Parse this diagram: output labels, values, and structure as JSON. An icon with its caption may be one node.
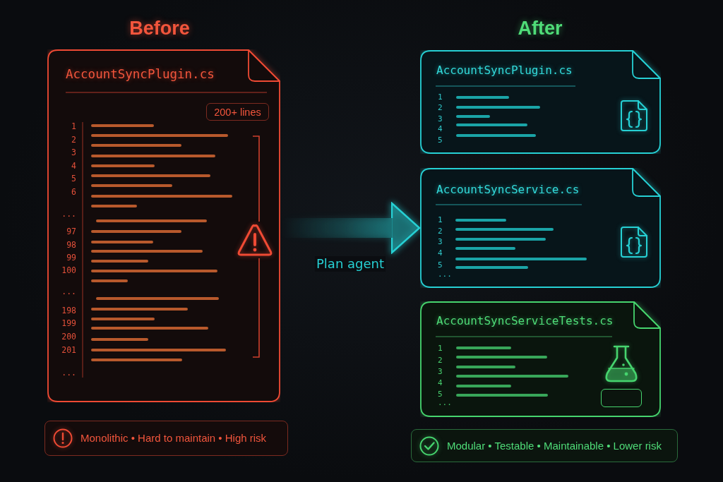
{
  "diagram": {
    "nodes": [
      {
        "text": [
          "AccountSyncPlugin.cs",
          "1",
          "2",
          "3",
          "4",
          "5",
          "6",
          "...",
          "97",
          "98",
          "99",
          "100",
          "...",
          "198",
          "199",
          "200",
          "201",
          "..."
        ]
      },
      {
        "text": [
          "200+ lines"
        ],
        "in": 0
      },
      {
        "text": [
          "AccountSyncPlugin.cs",
          "1",
          "2",
          "3",
          "4",
          "5"
        ]
      },
      {
        "text": [
          "AccountSyncService.cs",
          "1",
          "2",
          "3",
          "4",
          "5",
          "..."
        ]
      },
      {
        "text": [
          "AccountSyncServiceTests.cs",
          "1",
          "2",
          "3",
          "4",
          "5",
          "..."
        ]
      },
      {
        "text": [],
        "shape": "box",
        "in": 4
      },
      {
        "text": [
          "Monolithic • Hard to maintain • High risk"
        ]
      },
      {
        "text": [
          "Modular • Testable • Maintainable • Lower risk"
        ]
      }
    ],
    "edges": [
      {
        "from": 0,
        "to": 3,
        "arrow": "to",
        "label": "Plan agent",
        "style": "thick"
      }
    ],
    "labels": [
      "Before",
      "After"
    ]
  }
}
